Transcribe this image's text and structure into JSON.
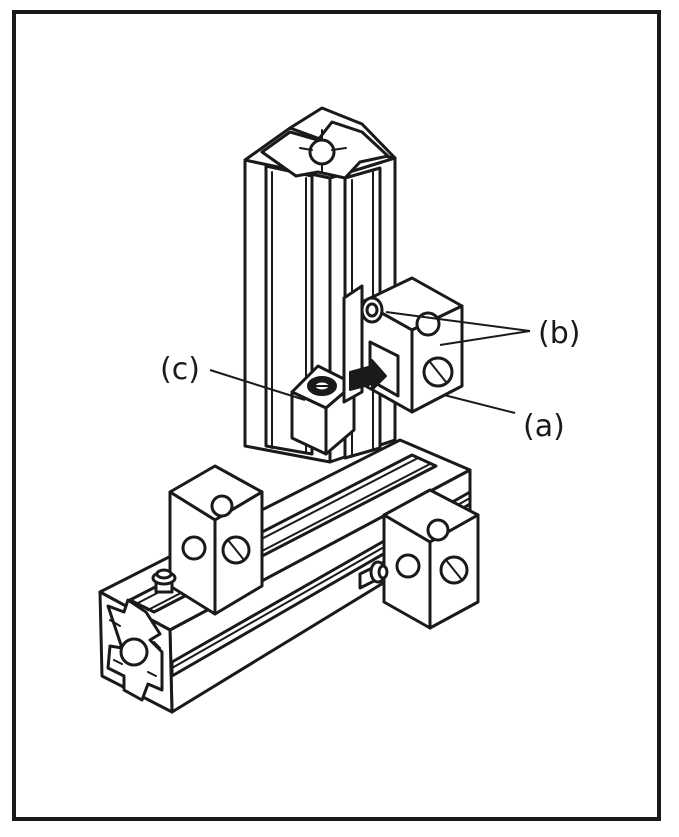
{
  "figure": {
    "labels": {
      "a": "(a)",
      "b": "(b)",
      "c": "(c)"
    },
    "colors": {
      "ink": "#1a1a1a",
      "paper": "#ffffff"
    }
  }
}
